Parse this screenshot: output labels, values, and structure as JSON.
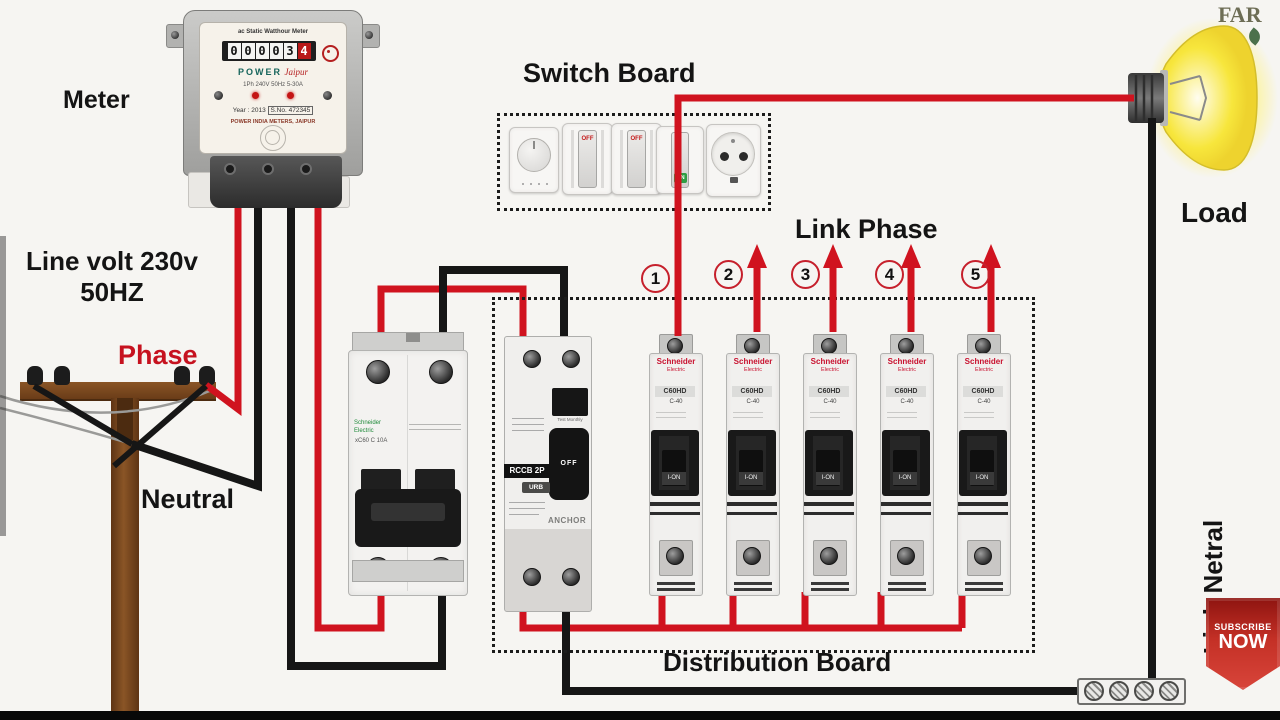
{
  "labels": {
    "meter": "Meter",
    "line_volt_line1": "Line volt 230v",
    "line_volt_line2": "50HZ",
    "phase": "Phase",
    "neutral": "Neutral",
    "switch_board": "Switch Board",
    "link_phase": "Link Phase",
    "distribution_board": "Distribution Board",
    "load": "Load",
    "link_netral": "Link Netral"
  },
  "link_numbers": [
    "1",
    "2",
    "3",
    "4",
    "5"
  ],
  "meter_device": {
    "heading": "ac Static Watthour Meter",
    "digits": [
      "0",
      "0",
      "0",
      "0",
      "3",
      "4"
    ],
    "brand": "POWER",
    "brand_script": "Jaipur",
    "spec_line": "1Ph  240V  50Hz  5-30A",
    "serial_year": "Year : 2013",
    "serial_no": "S.No. 472345",
    "maker": "POWER INDIA METERS, JAIPUR"
  },
  "main_breaker": {
    "brand": "Schneider",
    "brand_sub": "Electric",
    "spec": "xC60   C 10A"
  },
  "rccb": {
    "model": "RCCB 2P",
    "badge": "URB",
    "brand": "ANCHOR",
    "toggle": "OFF",
    "note": "Test Monthly"
  },
  "mcb": {
    "brand": "Schneider",
    "brand_sub": "Electric",
    "model": "C60HD",
    "rating": "C-40",
    "toggle": "I-ON"
  },
  "switches": [
    "OFF",
    "OFF",
    "ON"
  ],
  "subscribe": {
    "line1": "SUBSCRIBE",
    "line2": "NOW"
  },
  "watermark": "FAR",
  "colors": {
    "wire_phase": "#d0131f",
    "wire_neutral": "#161616",
    "label_red": "#c6121f",
    "mcb_brand_red": "#c8102e",
    "breaker_brand_green": "#1f8a3a",
    "bulb_yellow": "#f7e63c"
  }
}
